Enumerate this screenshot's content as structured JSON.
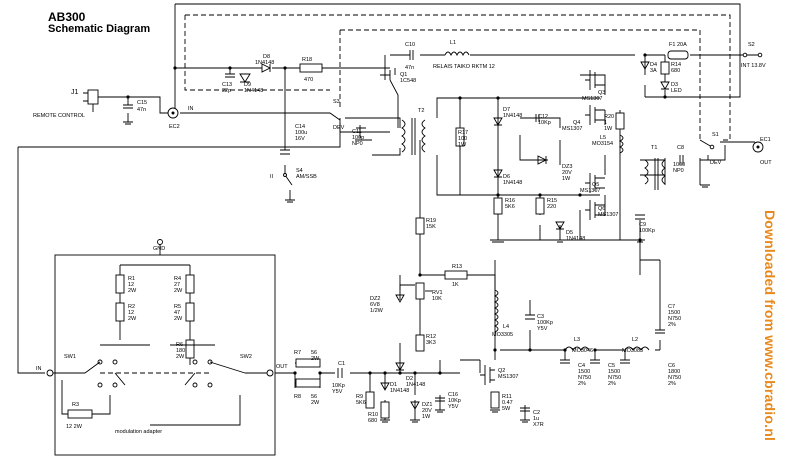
{
  "title": "AB300",
  "subtitle": "Schematic Diagram",
  "watermark": "Downloaded from www.cbradio.nl",
  "labels": {
    "j1": "J1",
    "remote_control": "REMOTE CONTROL",
    "c15a": "C15",
    "c15b": "47n",
    "ec2": "EC2",
    "in_top": "IN",
    "c13a": "C13",
    "c13b": "22p",
    "d9a": "D9",
    "d9b": "1N4148",
    "d8a": "D8",
    "d8b": "1N4148",
    "r18a": "R18",
    "r18b": "470",
    "c10a": "C10",
    "c10b": "47n",
    "l1": "L1",
    "relais": "RELAIS TAIKO RKTM 12",
    "q1a": "Q1",
    "q1b": "1C548",
    "s3": "S3",
    "dev_left": "DEV",
    "c14a": "C14",
    "c14b": "100u",
    "c14c": "16V",
    "s4a": "S4",
    "s4b": "AM/SSB",
    "s4c": "II",
    "c11a": "C11",
    "c11b": "100p",
    "c11c": "NP0",
    "t2": "T2",
    "r17a": "R17",
    "r17b": "100",
    "r17c": "1W",
    "d7a": "D7",
    "d7b": "1N4148",
    "c12a": "C12",
    "c12b": "10Kp",
    "dz3a": "DZ3",
    "dz3b": "20V",
    "dz3c": "1W",
    "d6a": "D6",
    "d6b": "1N4148",
    "r16a": "R16",
    "r16b": "5K6",
    "r15a": "R15",
    "r15b": "220",
    "d5a": "D5",
    "d5b": "1N4148",
    "q3a": "Q3",
    "q3b": "MS1307",
    "q4a": "Q4",
    "q4b": "MS1307",
    "r20a": "R20",
    "r20b": "1",
    "r20c": "1W",
    "l5a": "L5",
    "l5b": "MO3154",
    "q5a": "Q5",
    "q5b": "MS1307",
    "q6a": "Q6",
    "q6b": "MS1307",
    "c9a": "C9",
    "c9b": "100Kp",
    "t1": "T1",
    "c8a": "C8",
    "c8b": "1000",
    "c8c": "NP0",
    "f1": "F1 20A",
    "s2": "S2",
    "int_v": "INT  13.8V",
    "d4a": "D4",
    "d4b": "3A",
    "r14a": "R14",
    "r14b": "680",
    "d3a": "D3",
    "d3b": "LED",
    "s1": "S1",
    "dev_right": "DEV",
    "ec1": "EC1",
    "out_right": "OUT",
    "r19a": "R19",
    "r19b": "15K",
    "r13a": "R13",
    "r13b": "1K",
    "dz2a": "DZ2",
    "dz2b": "6V8",
    "dz2c": "1/2W",
    "rv1a": "RV1",
    "rv1b": "10K",
    "r12a": "R12",
    "r12b": "3K3",
    "l4a": "L4",
    "l4b": "MO3305",
    "c3a": "C3",
    "c3b": "100Kp",
    "c3c": "Y5V",
    "l3a": "L3",
    "l3b": "MO3046",
    "l2a": "L2",
    "l2b": "MO3083",
    "c7a": "C7",
    "c7b": "1500",
    "c7c": "N750",
    "c7d": "2%",
    "c4a": "C4",
    "c4b": "1500",
    "c4c": "N750",
    "c4d": "2%",
    "c5a": "C5",
    "c5b": "1500",
    "c5c": "N750",
    "c5d": "2%",
    "c6a": "C6",
    "c6b": "1800",
    "c6c": "N750",
    "c6d": "2%",
    "gnd": "GND",
    "r1a": "R1",
    "r1b": "12",
    "r1c": "2W",
    "r2a": "R2",
    "r2b": "12",
    "r2c": "2W",
    "r4a": "R4",
    "r4b": "27",
    "r4c": "2W",
    "r5a": "R5",
    "r5b": "47",
    "r5c": "2W",
    "r6a": "R6",
    "r6b": "180",
    "r6c": "2W",
    "r3a": "R3",
    "r3b": "12 2W",
    "sw1": "SW1",
    "sw2": "SW2",
    "in_left": "IN",
    "out_mid": "OUT",
    "mod_adapter": "modulation adapter",
    "r7a": "R7",
    "r7b": "56",
    "r7c": "2W",
    "r8a": "R8",
    "r8b": "56",
    "r8c": "2W",
    "c1a": "C1",
    "c1b": "10Kp",
    "c1c": "Y5V",
    "r9a": "R9",
    "r9b": "5K6",
    "d1a": "D1",
    "d1b": "1N4148",
    "d2a": "D2",
    "d2b": "1N4148",
    "r10a": "R10",
    "r10b": "680",
    "dz1a": "DZ1",
    "dz1b": "20V",
    "dz1c": "1W",
    "c16a": "C16",
    "c16b": "10Kp",
    "c16c": "Y5V",
    "q2a": "Q2",
    "q2b": "MS1307",
    "r11a": "R11",
    "r11b": "0.47",
    "r11c": "5W",
    "c2a": "C2",
    "c2b": "1u",
    "c2c": "X7R"
  }
}
